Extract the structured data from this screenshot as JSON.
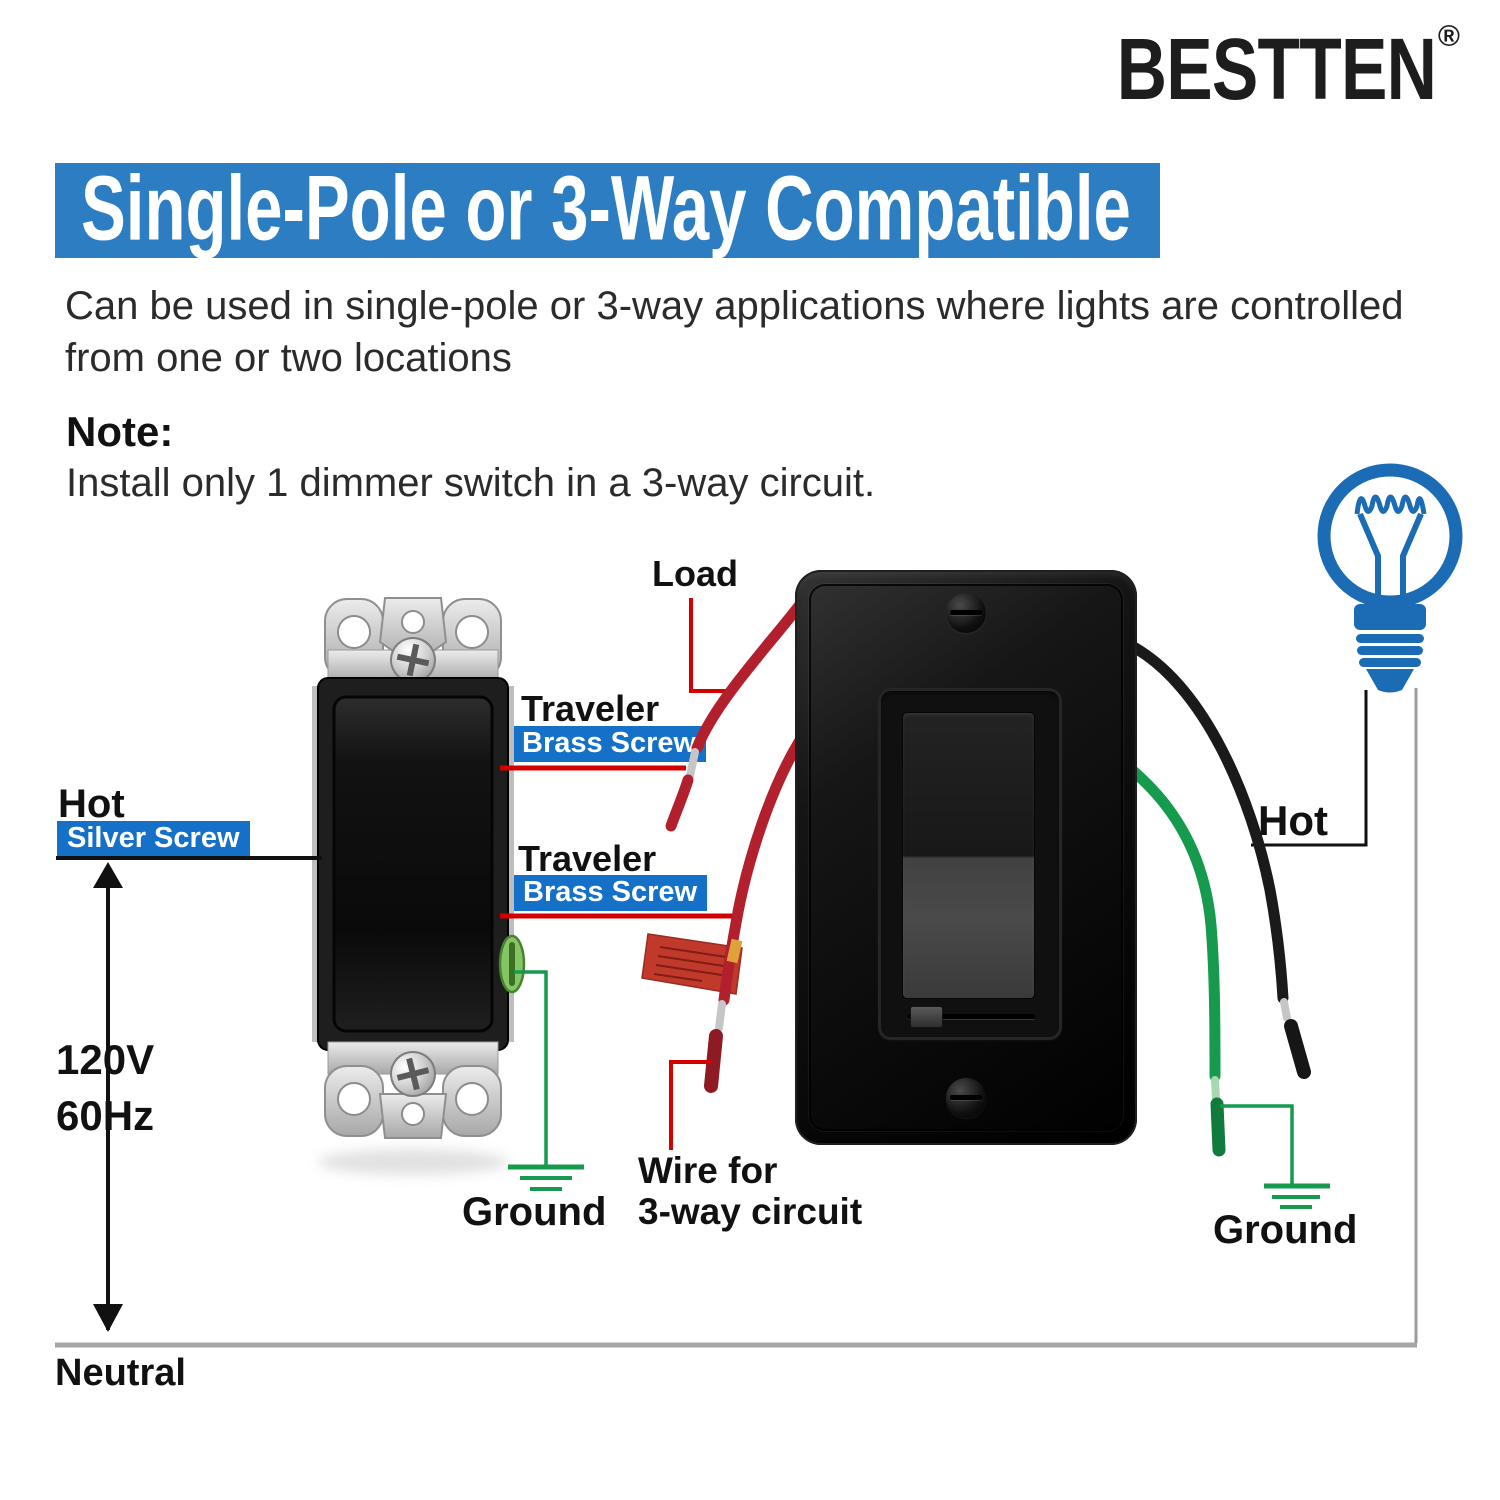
{
  "brand": {
    "name": "BESTTEN",
    "mark": "®"
  },
  "banner": {
    "title": "Single-Pole or 3-Way Compatible"
  },
  "intro": {
    "text": "Can be used in single-pole or 3-way applications where lights are controlled from one or two locations"
  },
  "note": {
    "heading": "Note:",
    "body": "Install only 1 dimmer switch in a 3-way circuit."
  },
  "diagram": {
    "load_label": "Load",
    "traveler_top": {
      "label": "Traveler",
      "badge": "Brass Screw"
    },
    "traveler_bottom": {
      "label": "Traveler",
      "badge": "Brass Screw"
    },
    "hot_left": {
      "label": "Hot",
      "badge": "Silver Screw"
    },
    "voltage": "120V",
    "frequency": "60Hz",
    "neutral_label": "Neutral",
    "ground_left_label": "Ground",
    "ground_right_label": "Ground",
    "hot_right_label": "Hot",
    "wire_3way": {
      "line1": "Wire for",
      "line2": "3-way circuit"
    }
  },
  "colors": {
    "banner_bg": "#2C7DC2",
    "badge_bg": "#1571C8",
    "wire_red": "#B1202C",
    "wire_red_dark": "#8E1A24",
    "wire_green": "#169A4E",
    "wire_green_dark": "#117A3D",
    "wire_black": "#1A1A1A",
    "leader_red": "#D40000",
    "neutral_gray": "#A6A6A6",
    "bulb_blue": "#1B6CB5"
  }
}
